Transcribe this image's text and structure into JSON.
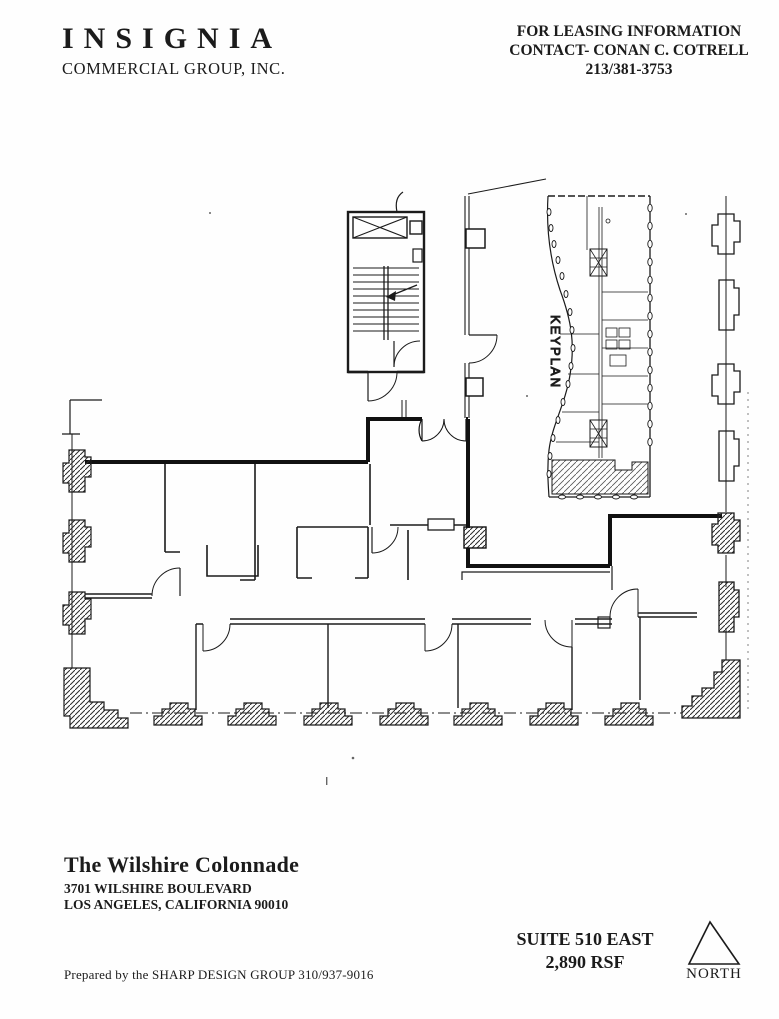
{
  "page": {
    "ink_color": "#1b1b1b",
    "background": "#fefefe"
  },
  "header": {
    "company_name": "INSIGNIA",
    "company_subtitle": "COMMERCIAL GROUP, INC.",
    "leasing": {
      "line1": "FOR LEASING INFORMATION",
      "line2": "CONTACT- CONAN C. COTRELL",
      "phone": "213/381-3753"
    }
  },
  "floor_plan": {
    "keyplan_label": "KEYPLAN"
  },
  "footer": {
    "building_name": "The Wilshire Colonnade",
    "address_line1": "3701 WILSHIRE BOULEVARD",
    "address_line2": "LOS ANGELES, CALIFORNIA 90010",
    "prepared_by": "Prepared by the SHARP DESIGN GROUP  310/937-9016",
    "suite_name": "SUITE 510 EAST",
    "suite_area": "2,890 RSF",
    "north_label": "NORTH"
  }
}
